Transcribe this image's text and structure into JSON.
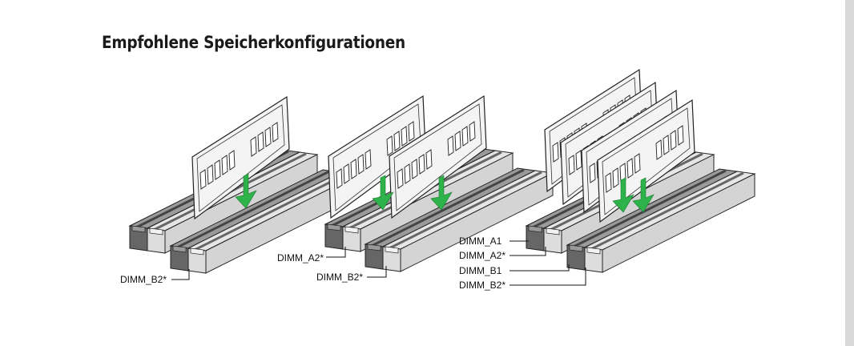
{
  "page": {
    "title": "Empfohlene Speicherkonfigurationen"
  },
  "configs": [
    {
      "labels": [
        "DIMM_B2*"
      ]
    },
    {
      "labels": [
        "DIMM_A2*",
        "DIMM_B2*"
      ]
    },
    {
      "labels": [
        "DIMM_A1",
        "DIMM_A2*",
        "DIMM_B1",
        "DIMM_B2*"
      ]
    }
  ],
  "colors": {
    "arrow": "#2db34a",
    "slot_dark": "#8a8a8a",
    "slot_light": "#dcdcdc"
  }
}
